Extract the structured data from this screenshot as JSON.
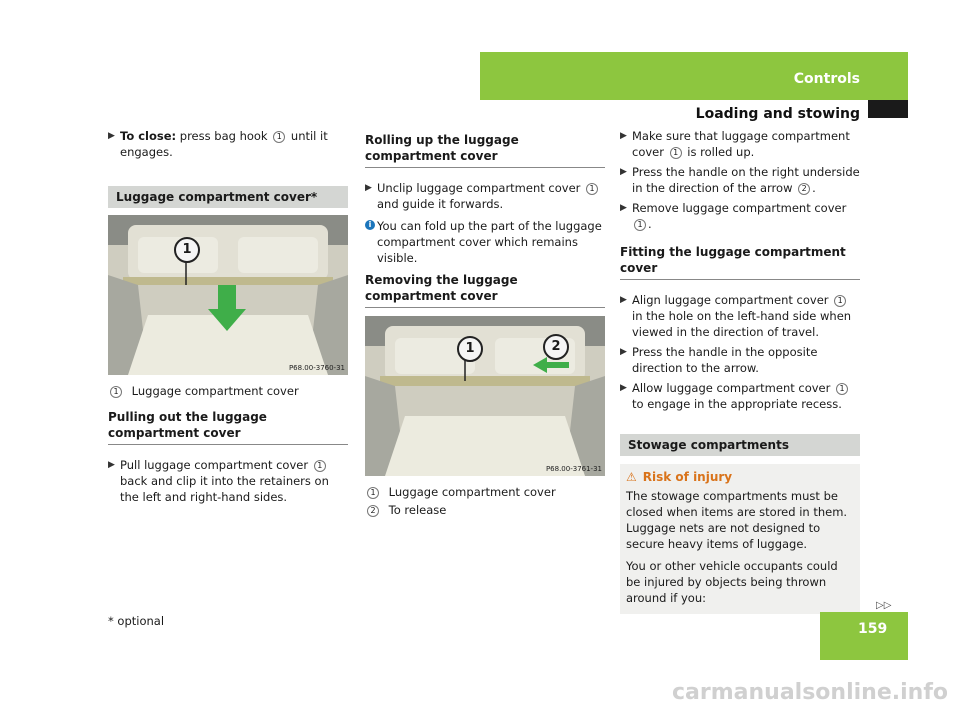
{
  "header": {
    "tab_label": "Controls",
    "section_label": "Loading and stowing"
  },
  "col1": {
    "close_bullet_bold": "To close:",
    "close_bullet_text": " press bag hook ",
    "close_bullet_num": "1",
    "close_bullet_tail": " until it engages.",
    "cover_box_title": "Luggage compartment cover*",
    "photo1_code": "P68.00-3760-31",
    "photo1_callout": "1",
    "legend1_num": "1",
    "legend1_text": "Luggage compartment cover",
    "pull_heading": "Pulling out the luggage compartment cover",
    "pull_bullet_a": "Pull luggage compartment cover ",
    "pull_bullet_num": "1",
    "pull_bullet_b": " back and clip it into the retainers on the left and right-hand sides."
  },
  "col2": {
    "rollup_heading": "Rolling up the luggage compartment cover",
    "unclip_a": "Unclip luggage compartment cover ",
    "unclip_num": "1",
    "unclip_b": " and guide it forwards.",
    "info_text": "You can fold up the part of the luggage compartment cover which remains visible.",
    "remove_heading": "Removing the luggage compartment cover",
    "photo2_code": "P68.00-3761-31",
    "photo2_callout1": "1",
    "photo2_callout2": "2",
    "legend_1_num": "1",
    "legend_1_text": "Luggage compartment cover",
    "legend_2_num": "2",
    "legend_2_text": "To release"
  },
  "col3": {
    "b1_a": "Make sure that luggage compartment cover ",
    "b1_num": "1",
    "b1_b": " is rolled up.",
    "b2_a": "Press the handle on the right underside in the direction of the arrow ",
    "b2_num": "2",
    "b2_b": ".",
    "b3_a": "Remove luggage compartment cover ",
    "b3_num": "1",
    "b3_b": ".",
    "fit_heading": "Fitting the luggage compartment cover",
    "f1_a": "Align luggage compartment cover ",
    "f1_num": "1",
    "f1_b": " in the hole on the left-hand side when viewed in the direction of travel.",
    "f2": "Press the handle in the opposite direction to the arrow.",
    "f3_a": "Allow luggage compartment cover ",
    "f3_num": "1",
    "f3_b": " to engage in the appropriate recess.",
    "stow_title": "Stowage compartments",
    "risk_title": "Risk of injury",
    "risk_p1": "The stowage compartments must be closed when items are stored in them. Luggage nets are not designed to secure heavy items of luggage.",
    "risk_p2": "You or other vehicle occupants could be injured by objects being thrown around if you:"
  },
  "footer": {
    "page_number": "159",
    "optional_note": "* optional",
    "continue_mark": "▷▷",
    "watermark": "carmanualsonline.info"
  },
  "colors": {
    "accent_green": "#8dc63f",
    "header_black": "#1a1a1a",
    "box_grey": "#d4d6d3",
    "warning_orange": "#d9731a",
    "info_blue": "#1b75bb"
  }
}
